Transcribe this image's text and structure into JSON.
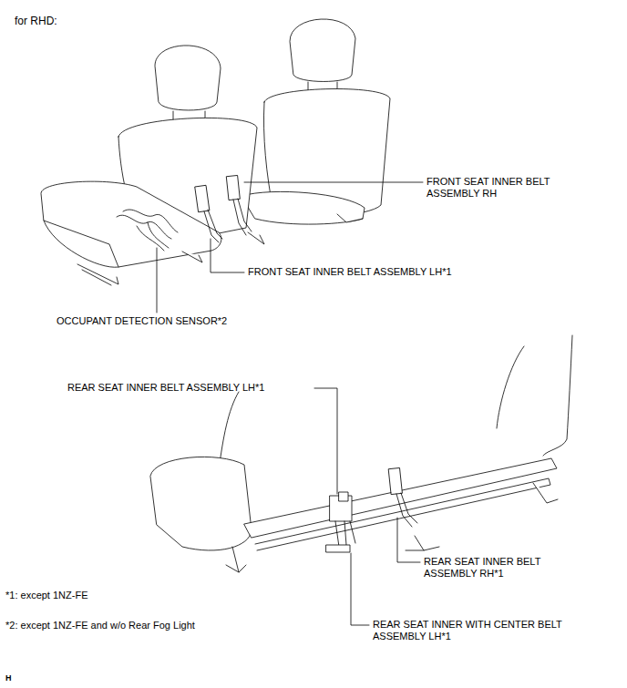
{
  "diagram": {
    "title": "for RHD:",
    "labels": [
      "FRONT SEAT INNER BELT ASSEMBLY RH",
      "FRONT SEAT INNER BELT ASSEMBLY LH*1",
      "OCCUPANT DETECTION SENSOR*2",
      "REAR SEAT INNER BELT ASSEMBLY LH*1",
      "REAR SEAT INNER BELT ASSEMBLY RH*1",
      "REAR SEAT INNER WITH CENTER BELT ASSEMBLY LH*1",
      "*1: except 1NZ-FE",
      "*2: except 1NZ-FE and w/o Rear Fog Light",
      "H"
    ]
  }
}
